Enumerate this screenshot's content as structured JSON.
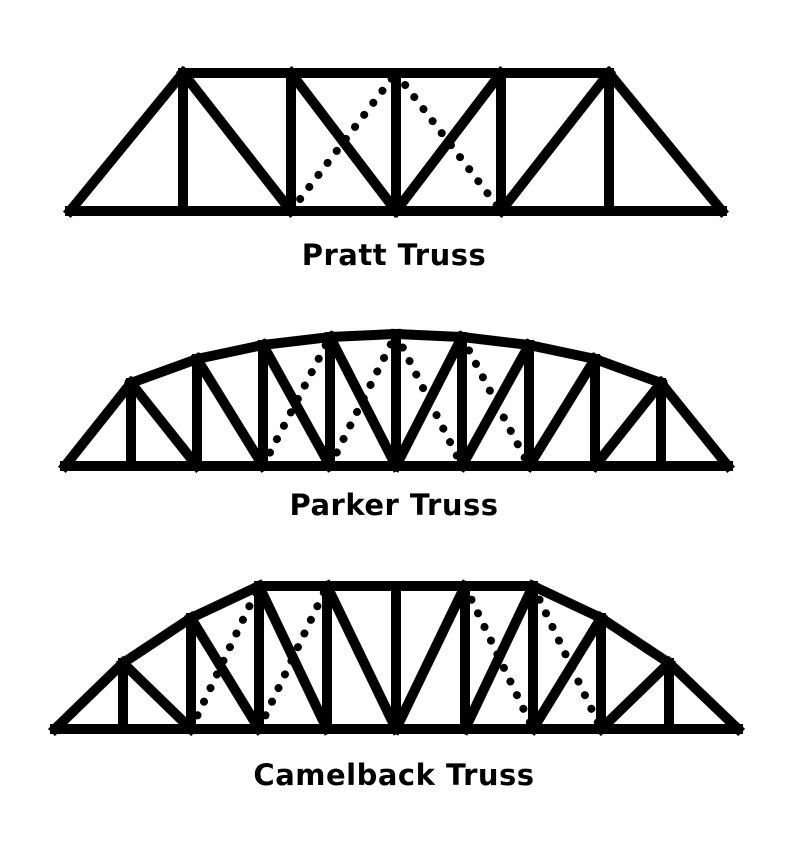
{
  "page": {
    "background_color": "#ffffff",
    "line_color": "#000000"
  },
  "diagram": {
    "type": "line-drawing",
    "style": {
      "solid_stroke_width": 10,
      "dotted_stroke_width": 8,
      "dot_gap": 15
    },
    "trusses": [
      {
        "id": "pratt",
        "label": "Pratt Truss",
        "solid_members": [
          [
            70,
            211,
            722,
            211
          ],
          [
            183,
            73,
            609,
            73
          ],
          [
            70,
            211,
            183,
            73
          ],
          [
            722,
            211,
            609,
            73
          ],
          [
            183,
            73,
            183,
            211
          ],
          [
            291,
            73,
            291,
            211
          ],
          [
            396,
            73,
            396,
            211
          ],
          [
            501,
            73,
            501,
            211
          ],
          [
            609,
            73,
            609,
            211
          ],
          [
            183,
            73,
            291,
            211
          ],
          [
            291,
            73,
            396,
            211
          ],
          [
            501,
            73,
            396,
            211
          ],
          [
            609,
            73,
            501,
            211
          ]
        ],
        "dotted_members": [
          [
            291,
            211,
            396,
            73
          ],
          [
            396,
            73,
            501,
            211
          ]
        ]
      },
      {
        "id": "parker",
        "label": "Parker Truss",
        "solid_members": [
          [
            65,
            466,
            728,
            466
          ],
          [
            131,
            383,
            197,
            359
          ],
          [
            197,
            359,
            263,
            345
          ],
          [
            263,
            345,
            330,
            337
          ],
          [
            330,
            337,
            396,
            334
          ],
          [
            396,
            334,
            462,
            337
          ],
          [
            462,
            337,
            529,
            345
          ],
          [
            529,
            345,
            595,
            359
          ],
          [
            595,
            359,
            661,
            383
          ],
          [
            65,
            466,
            131,
            383
          ],
          [
            728,
            466,
            661,
            383
          ],
          [
            131,
            383,
            131,
            466
          ],
          [
            197,
            359,
            197,
            466
          ],
          [
            263,
            345,
            263,
            466
          ],
          [
            330,
            337,
            330,
            466
          ],
          [
            396,
            334,
            396,
            466
          ],
          [
            462,
            337,
            462,
            466
          ],
          [
            529,
            345,
            529,
            466
          ],
          [
            595,
            359,
            595,
            466
          ],
          [
            661,
            383,
            661,
            466
          ],
          [
            131,
            383,
            197,
            466
          ],
          [
            197,
            359,
            263,
            466
          ],
          [
            263,
            345,
            330,
            466
          ],
          [
            330,
            337,
            396,
            466
          ],
          [
            661,
            383,
            595,
            466
          ],
          [
            595,
            359,
            529,
            466
          ],
          [
            529,
            345,
            462,
            466
          ],
          [
            462,
            337,
            396,
            466
          ]
        ],
        "dotted_members": [
          [
            263,
            466,
            330,
            337
          ],
          [
            330,
            466,
            396,
            334
          ],
          [
            396,
            334,
            462,
            466
          ],
          [
            462,
            337,
            529,
            466
          ]
        ]
      },
      {
        "id": "camelback",
        "label": "Camelback Truss",
        "solid_members": [
          [
            55,
            729,
            738,
            729
          ],
          [
            123,
            663,
            191,
            618
          ],
          [
            191,
            618,
            259,
            586
          ],
          [
            259,
            586,
            327,
            586
          ],
          [
            327,
            586,
            396,
            586
          ],
          [
            396,
            586,
            465,
            586
          ],
          [
            465,
            586,
            533,
            586
          ],
          [
            533,
            586,
            601,
            618
          ],
          [
            601,
            618,
            669,
            663
          ],
          [
            55,
            729,
            123,
            663
          ],
          [
            738,
            729,
            669,
            663
          ],
          [
            123,
            663,
            123,
            729
          ],
          [
            191,
            618,
            191,
            729
          ],
          [
            259,
            586,
            259,
            729
          ],
          [
            327,
            586,
            327,
            729
          ],
          [
            396,
            586,
            396,
            729
          ],
          [
            465,
            586,
            465,
            729
          ],
          [
            533,
            586,
            533,
            729
          ],
          [
            601,
            618,
            601,
            729
          ],
          [
            669,
            663,
            669,
            729
          ],
          [
            123,
            663,
            191,
            729
          ],
          [
            191,
            618,
            259,
            729
          ],
          [
            259,
            586,
            327,
            729
          ],
          [
            327,
            586,
            396,
            729
          ],
          [
            669,
            663,
            601,
            729
          ],
          [
            601,
            618,
            533,
            729
          ],
          [
            533,
            586,
            465,
            729
          ],
          [
            465,
            586,
            396,
            729
          ]
        ],
        "dotted_members": [
          [
            191,
            729,
            259,
            586
          ],
          [
            259,
            729,
            327,
            586
          ],
          [
            465,
            586,
            533,
            729
          ],
          [
            533,
            586,
            601,
            729
          ]
        ]
      }
    ]
  }
}
